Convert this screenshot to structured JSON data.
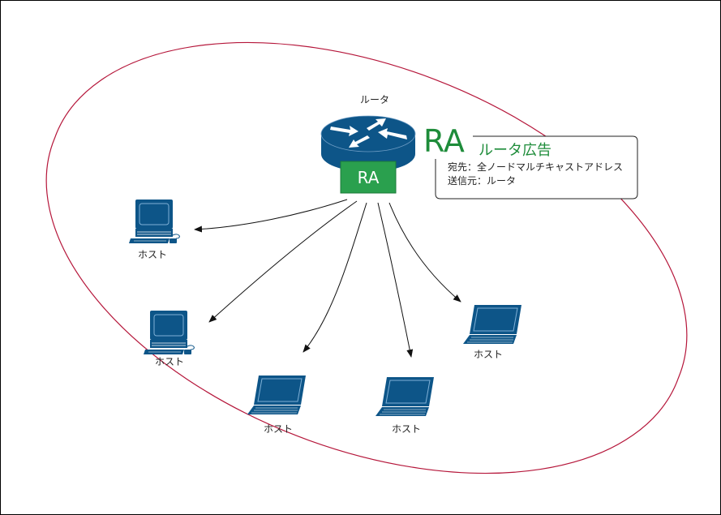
{
  "router": {
    "label": "ルータ",
    "badge": "RA"
  },
  "packet_label": "RA",
  "callout": {
    "title": "ルータ広告",
    "lines": [
      "宛先：全ノードマルチキャストアドレス",
      "送信元：ルータ"
    ]
  },
  "hosts": [
    {
      "label": "ホスト",
      "type": "desktop"
    },
    {
      "label": "ホスト",
      "type": "desktop"
    },
    {
      "label": "ホスト",
      "type": "laptop"
    },
    {
      "label": "ホスト",
      "type": "laptop"
    },
    {
      "label": "ホスト",
      "type": "laptop"
    }
  ],
  "colors": {
    "device": "#0d5588",
    "accent": "#1e9a46",
    "ellipse": "#b5163a",
    "text_green": "#1e8c3a"
  }
}
